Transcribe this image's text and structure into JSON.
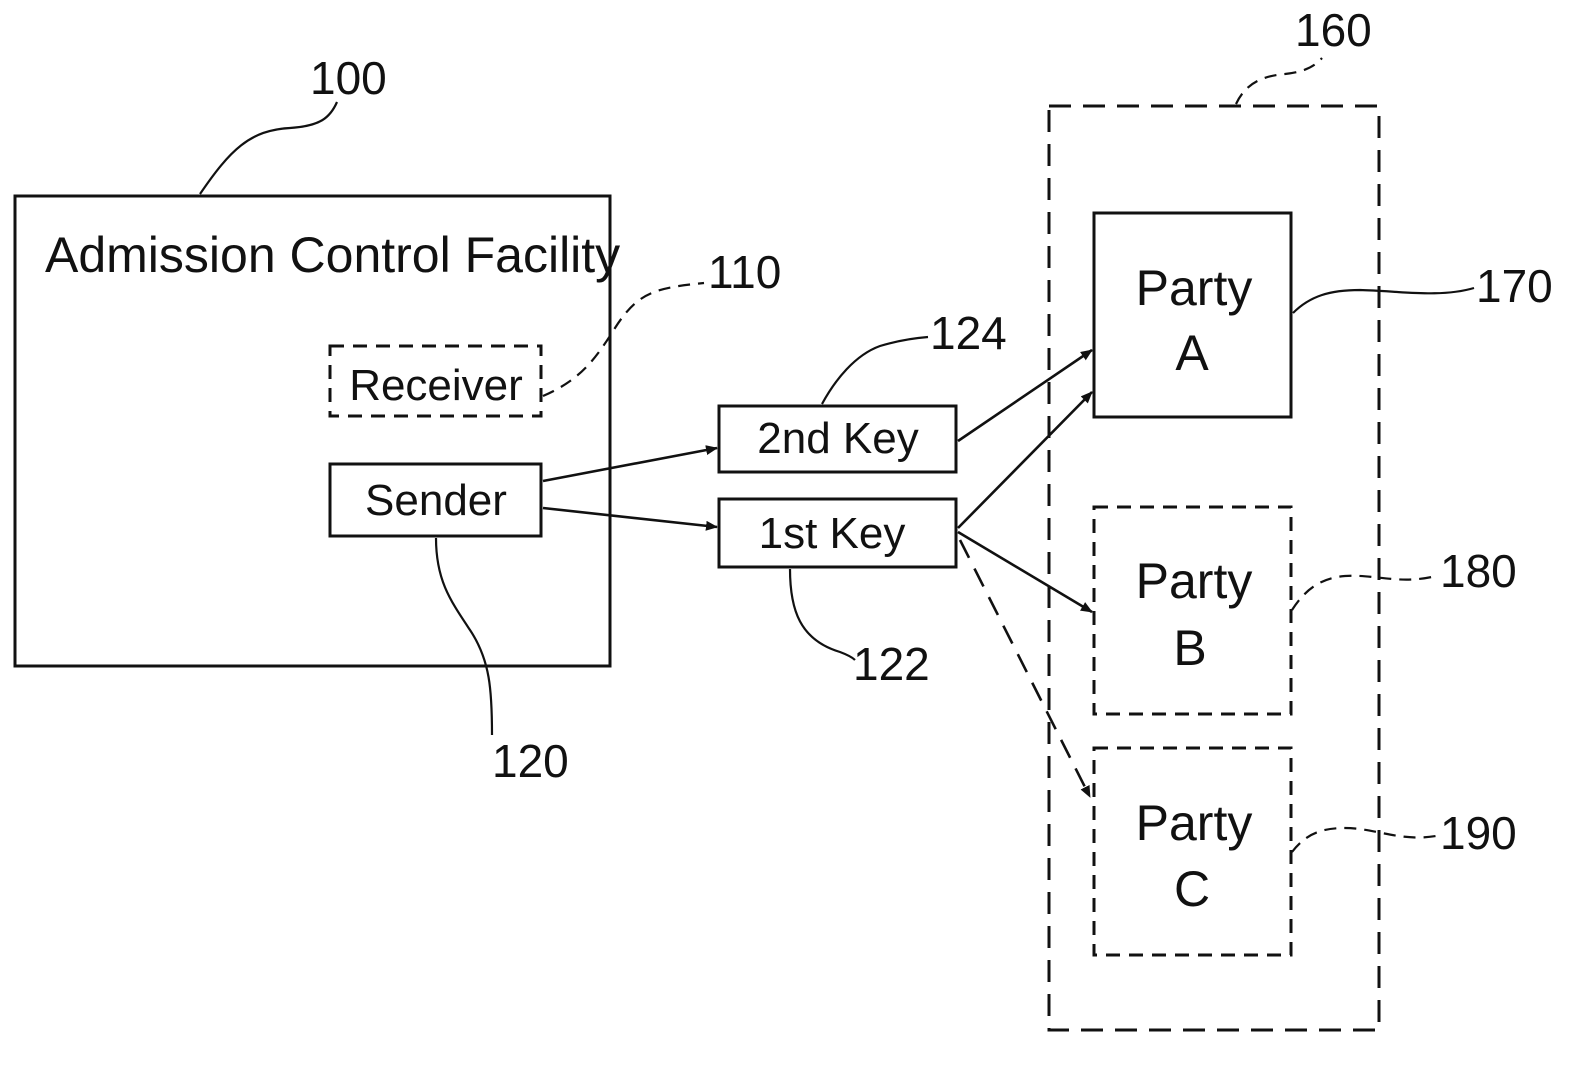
{
  "facility": {
    "title": "Admission Control Facility",
    "ref": "100",
    "receiver": {
      "label": "Receiver",
      "ref": "110"
    },
    "sender": {
      "label": "Sender",
      "ref": "120"
    }
  },
  "keys": {
    "second": {
      "label": "2nd Key",
      "ref": "124"
    },
    "first": {
      "label": "1st Key",
      "ref": "122"
    }
  },
  "group": {
    "ref": "160",
    "parties": [
      {
        "name": "Party",
        "letter": "A",
        "ref": "170"
      },
      {
        "name": "Party",
        "letter": "B",
        "ref": "180"
      },
      {
        "name": "Party",
        "letter": "C",
        "ref": "190"
      }
    ]
  }
}
